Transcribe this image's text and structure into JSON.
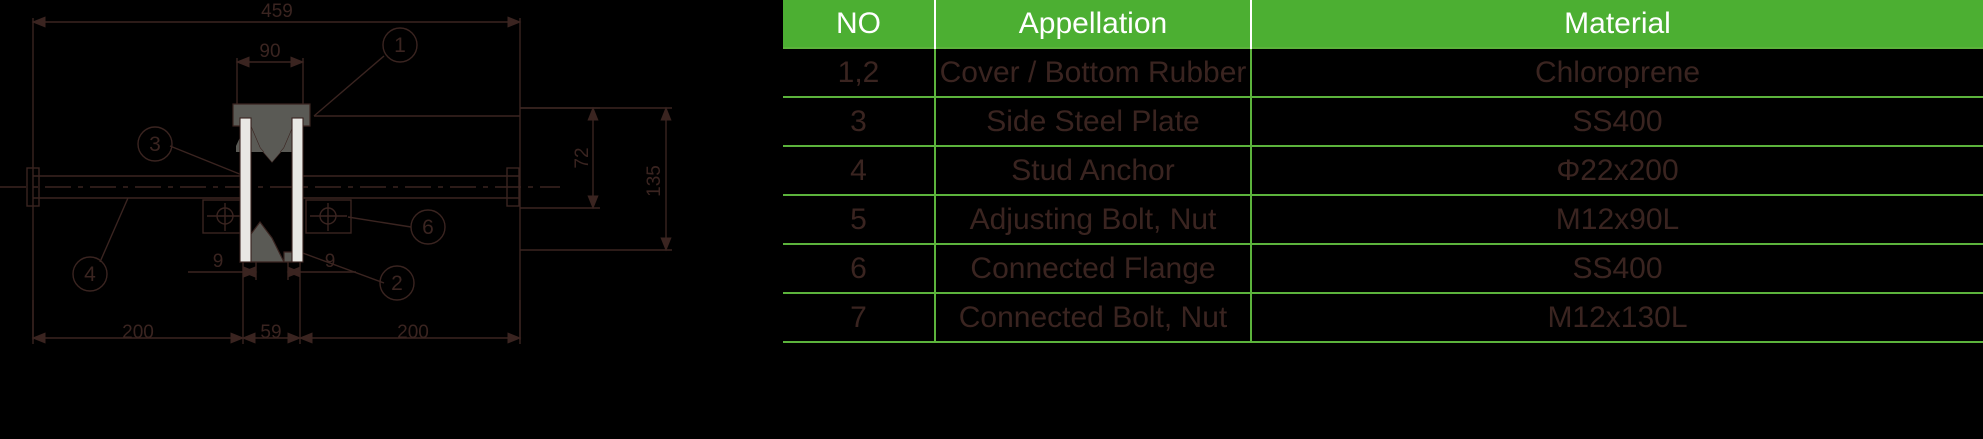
{
  "colors": {
    "background": "#000000",
    "header_green": "#4caf32",
    "grid_green": "#5cb33c",
    "header_text": "#ffffff",
    "cell_text": "#3a2420",
    "drawing_line": "#3a2420",
    "rubber_fill": "#5a5a55",
    "steel_fill": "#e8e8e4"
  },
  "table": {
    "columns": [
      "NO",
      "Appellation",
      "Material"
    ],
    "rows": [
      {
        "no": "1,2",
        "appellation": "Cover / Bottom Rubber",
        "material": "Chloroprene"
      },
      {
        "no": "3",
        "appellation": "Side Steel Plate",
        "material": "SS400"
      },
      {
        "no": "4",
        "appellation": "Stud Anchor",
        "material": "Φ22x200"
      },
      {
        "no": "5",
        "appellation": "Adjusting Bolt, Nut",
        "material": "M12x90L"
      },
      {
        "no": "6",
        "appellation": "Connected Flange",
        "material": "SS400"
      },
      {
        "no": "7",
        "appellation": "Connected Bolt, Nut",
        "material": "M12x130L"
      }
    ]
  },
  "drawing": {
    "dimensions": {
      "overall_width": "459",
      "joint_gap_top": "90",
      "left_plate": "200",
      "center_gap": "59",
      "right_plate": "200",
      "left_small": "9",
      "right_small": "9",
      "height_inner": "72",
      "height_overall": "135"
    },
    "balloons": [
      "1",
      "2",
      "3",
      "4",
      "6"
    ]
  }
}
